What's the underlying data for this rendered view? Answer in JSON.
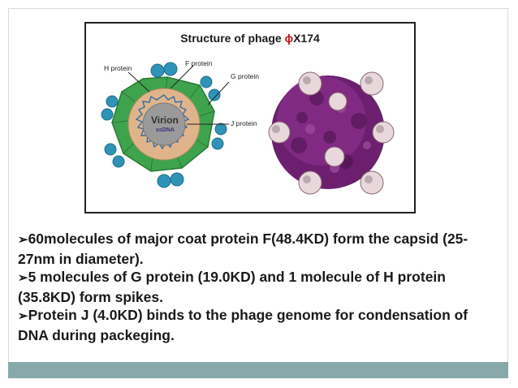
{
  "figure": {
    "title_prefix": "Structure of phage ",
    "title_symbol": "ϕ",
    "title_suffix": "X174",
    "labels": {
      "h_protein": "H protein",
      "f_protein": "F protein",
      "g_protein": "G protein",
      "j_protein": "J protein",
      "virion": "Virion",
      "ssdna": "ssDNA"
    }
  },
  "bullets": [
    {
      "marker": "➢",
      "text": "60molecules of major coat protein F(48.4KD) form the capsid (25-27nm in diameter)."
    },
    {
      "marker": "➢",
      "text": "5 molecules of G protein (19.0KD) and 1 molecule of H protein (35.8KD) form spikes."
    },
    {
      "marker": "➢",
      "text": "Protein J (4.0KD) binds to the phage genome for condensation of DNA during packeging."
    }
  ],
  "colors": {
    "band": "#88a9aa",
    "capsid_green": "#3fa34d",
    "spike_blue": "#2f93b8",
    "inner_tan": "#e0b48a",
    "virion_gray": "#9a9a9a",
    "phi_red": "#c4121a",
    "virus_purple": "#6b1f6e"
  }
}
